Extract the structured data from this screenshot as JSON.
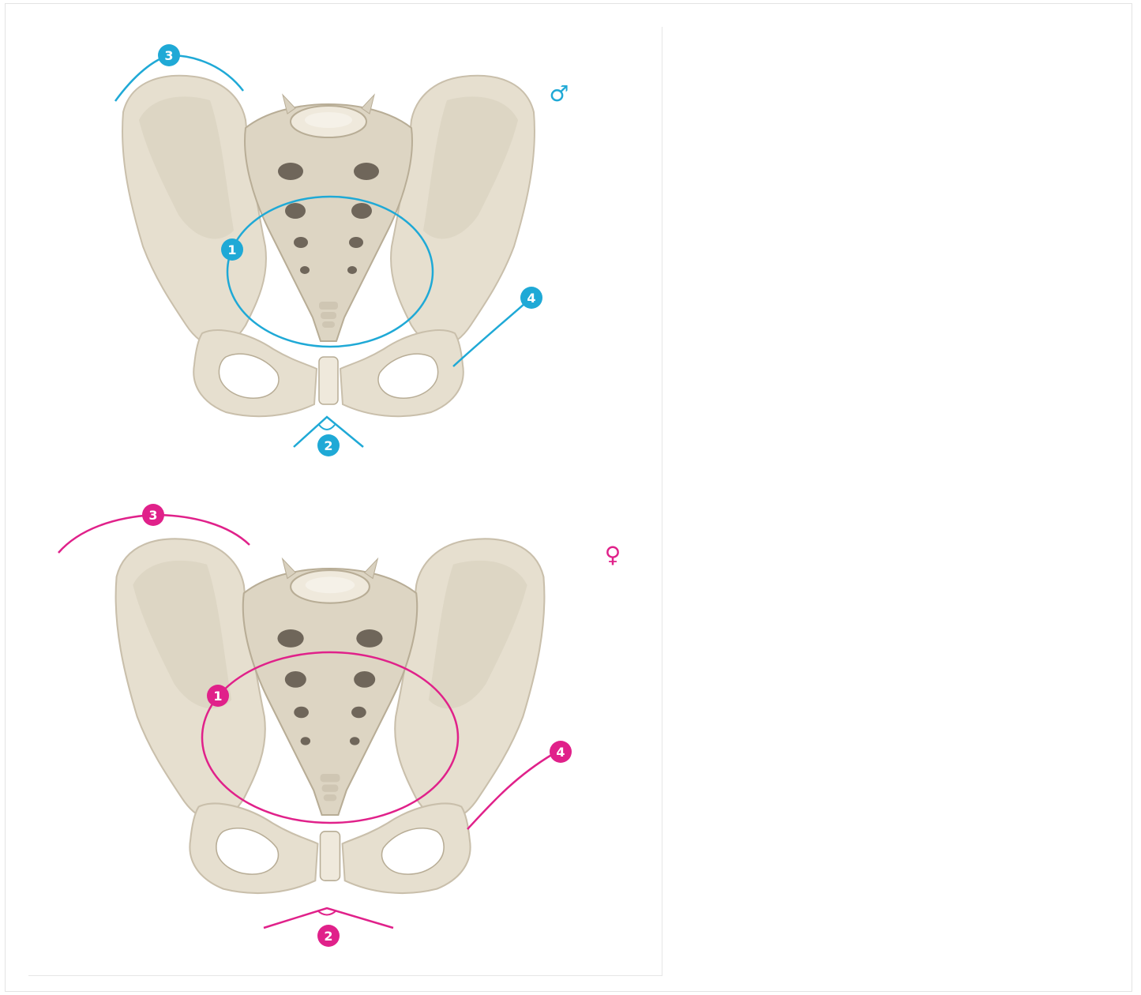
{
  "colors": {
    "male": "#1fa9d6",
    "female": "#e0218a",
    "bone": "#e8e1d2",
    "bone_shadow": "#cfc6b3",
    "bone_dark": "#6f665a"
  },
  "male": {
    "symbol": "♂",
    "icon": "male-symbol-icon",
    "markers": [
      "1",
      "2",
      "3",
      "4"
    ]
  },
  "female": {
    "symbol": "♀",
    "icon": "female-symbol-icon",
    "markers": [
      "1",
      "2",
      "3",
      "4"
    ]
  }
}
